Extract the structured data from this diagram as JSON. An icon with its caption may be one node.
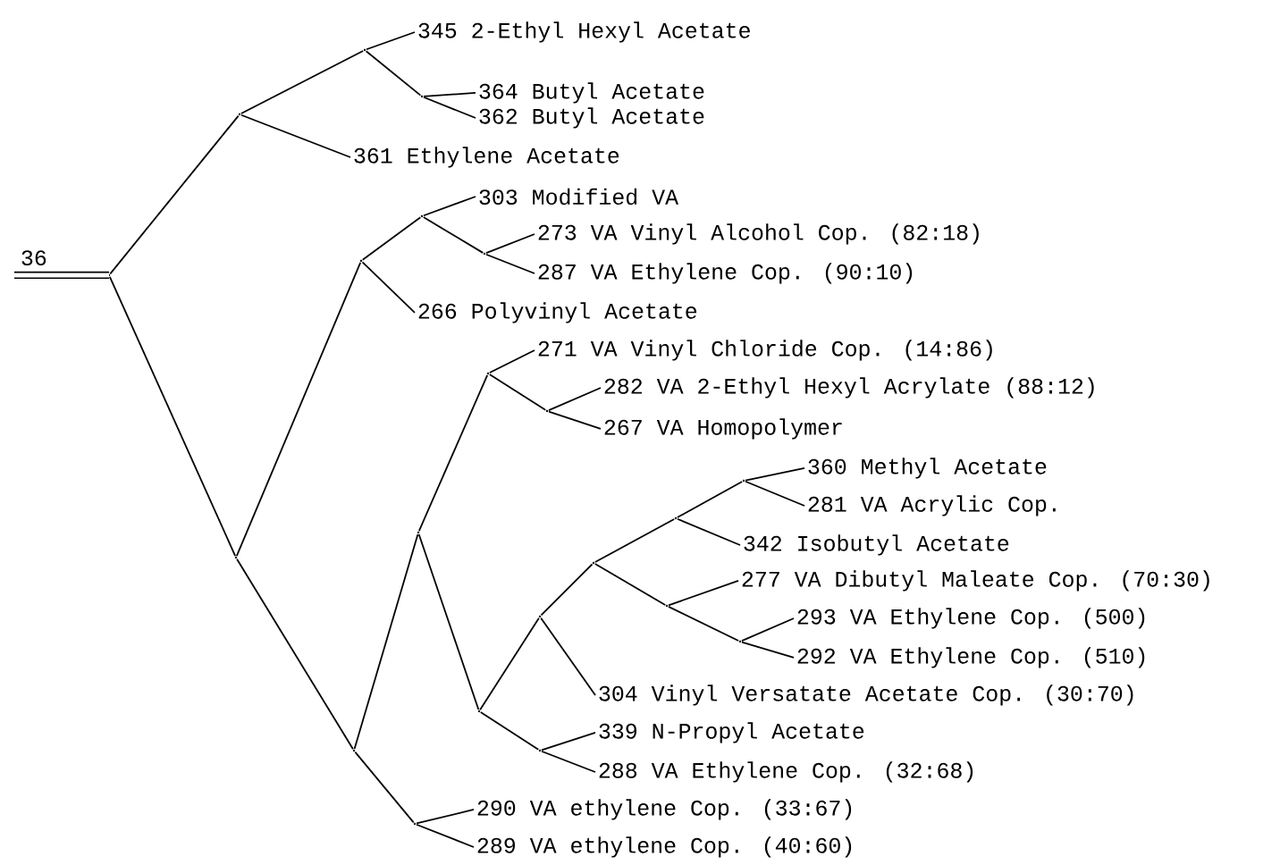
{
  "diagram": {
    "nodes": [
      {
        "text": [
          "345 2-Ethyl Hexyl Acetate"
        ]
      },
      {
        "text": [
          "364 Butyl Acetate"
        ]
      },
      {
        "text": [
          "362 Butyl Acetate"
        ]
      },
      {
        "text": [
          "361 Ethylene Acetate"
        ]
      },
      {
        "text": [
          "303 Modified VA"
        ]
      },
      {
        "text": [
          "273 VA Vinyl Alcohol Cop. (82:18)"
        ]
      },
      {
        "text": [
          "287 VA Ethylene Cop. (90:10)"
        ]
      },
      {
        "text": [
          "266 Polyvinyl Acetate"
        ]
      },
      {
        "text": [
          "271 VA Vinyl Chloride Cop. (14:86)"
        ]
      },
      {
        "text": [
          "282 VA 2-Ethyl Hexyl Acrylate (88:12)"
        ]
      },
      {
        "text": [
          "267 VA Homopolymer"
        ]
      },
      {
        "text": [
          "360 Methyl Acetate"
        ]
      },
      {
        "text": [
          "281 VA Acrylic Cop."
        ]
      },
      {
        "text": [
          "342 Isobutyl Acetate"
        ]
      },
      {
        "text": [
          "277 VA Dibutyl Maleate Cop. (70:30)"
        ]
      },
      {
        "text": [
          "293 VA Ethylene Cop. (500)"
        ]
      },
      {
        "text": [
          "292 VA Ethylene Cop. (510)"
        ]
      },
      {
        "text": [
          "304 Vinyl Versatate Acetate Cop. (30:70)"
        ]
      },
      {
        "text": [
          "339 N-Propyl Acetate"
        ]
      },
      {
        "text": [
          "288 VA Ethylene Cop. (32:68)"
        ]
      },
      {
        "text": [
          "290 VA ethylene Cop. (33:67)"
        ]
      },
      {
        "text": [
          "289 VA ethylene Cop. (40:60)"
        ]
      },
      {
        "text": [],
        "shape": "dot"
      },
      {
        "text": [],
        "shape": "dot"
      },
      {
        "text": [],
        "shape": "dot"
      },
      {
        "text": [],
        "shape": "dot"
      },
      {
        "text": [],
        "shape": "dot"
      },
      {
        "text": [],
        "shape": "dot"
      },
      {
        "text": [],
        "shape": "dot"
      },
      {
        "text": [],
        "shape": "dot"
      },
      {
        "text": [],
        "shape": "dot"
      },
      {
        "text": [],
        "shape": "dot"
      },
      {
        "text": [],
        "shape": "dot"
      },
      {
        "text": [],
        "shape": "dot"
      },
      {
        "text": [],
        "shape": "dot"
      },
      {
        "text": [],
        "shape": "dot"
      },
      {
        "text": [],
        "shape": "dot"
      },
      {
        "text": [],
        "shape": "dot"
      },
      {
        "text": [],
        "shape": "dot"
      },
      {
        "text": [],
        "shape": "dot"
      },
      {
        "text": [],
        "shape": "dot"
      },
      {
        "text": [],
        "shape": "dot"
      },
      {
        "text": [],
        "shape": "dot"
      }
    ],
    "edges": [
      {
        "from": 22,
        "to": 23,
        "arrow": "none"
      },
      {
        "from": 23,
        "to": 24,
        "arrow": "none"
      },
      {
        "from": 24,
        "to": 0,
        "arrow": "none"
      },
      {
        "from": 24,
        "to": 25,
        "arrow": "none"
      },
      {
        "from": 25,
        "to": 1,
        "arrow": "none"
      },
      {
        "from": 25,
        "to": 2,
        "arrow": "none"
      },
      {
        "from": 23,
        "to": 3,
        "arrow": "none"
      },
      {
        "from": 22,
        "to": 26,
        "arrow": "none"
      },
      {
        "from": 26,
        "to": 27,
        "arrow": "none"
      },
      {
        "from": 27,
        "to": 28,
        "arrow": "none"
      },
      {
        "from": 28,
        "to": 4,
        "arrow": "none"
      },
      {
        "from": 28,
        "to": 29,
        "arrow": "none"
      },
      {
        "from": 29,
        "to": 5,
        "arrow": "none"
      },
      {
        "from": 29,
        "to": 6,
        "arrow": "none"
      },
      {
        "from": 27,
        "to": 7,
        "arrow": "none"
      },
      {
        "from": 26,
        "to": 30,
        "arrow": "none"
      },
      {
        "from": 30,
        "to": 31,
        "arrow": "none"
      },
      {
        "from": 31,
        "to": 32,
        "arrow": "none"
      },
      {
        "from": 32,
        "to": 8,
        "arrow": "none"
      },
      {
        "from": 32,
        "to": 33,
        "arrow": "none"
      },
      {
        "from": 33,
        "to": 9,
        "arrow": "none"
      },
      {
        "from": 33,
        "to": 10,
        "arrow": "none"
      },
      {
        "from": 31,
        "to": 34,
        "arrow": "none"
      },
      {
        "from": 34,
        "to": 35,
        "arrow": "none"
      },
      {
        "from": 35,
        "to": 36,
        "arrow": "none"
      },
      {
        "from": 36,
        "to": 37,
        "arrow": "none"
      },
      {
        "from": 37,
        "to": 38,
        "arrow": "none"
      },
      {
        "from": 38,
        "to": 11,
        "arrow": "none"
      },
      {
        "from": 38,
        "to": 12,
        "arrow": "none"
      },
      {
        "from": 37,
        "to": 13,
        "arrow": "none"
      },
      {
        "from": 36,
        "to": 39,
        "arrow": "none"
      },
      {
        "from": 39,
        "to": 14,
        "arrow": "none"
      },
      {
        "from": 39,
        "to": 40,
        "arrow": "none"
      },
      {
        "from": 40,
        "to": 15,
        "arrow": "none"
      },
      {
        "from": 40,
        "to": 16,
        "arrow": "none"
      },
      {
        "from": 35,
        "to": 17,
        "arrow": "none"
      },
      {
        "from": 34,
        "to": 41,
        "arrow": "none"
      },
      {
        "from": 41,
        "to": 18,
        "arrow": "none"
      },
      {
        "from": 41,
        "to": 19,
        "arrow": "none"
      },
      {
        "from": 30,
        "to": 42,
        "arrow": "none"
      },
      {
        "from": 42,
        "to": 20,
        "arrow": "none"
      },
      {
        "from": 42,
        "to": 21,
        "arrow": "none"
      }
    ],
    "labels": [
      "36"
    ]
  }
}
